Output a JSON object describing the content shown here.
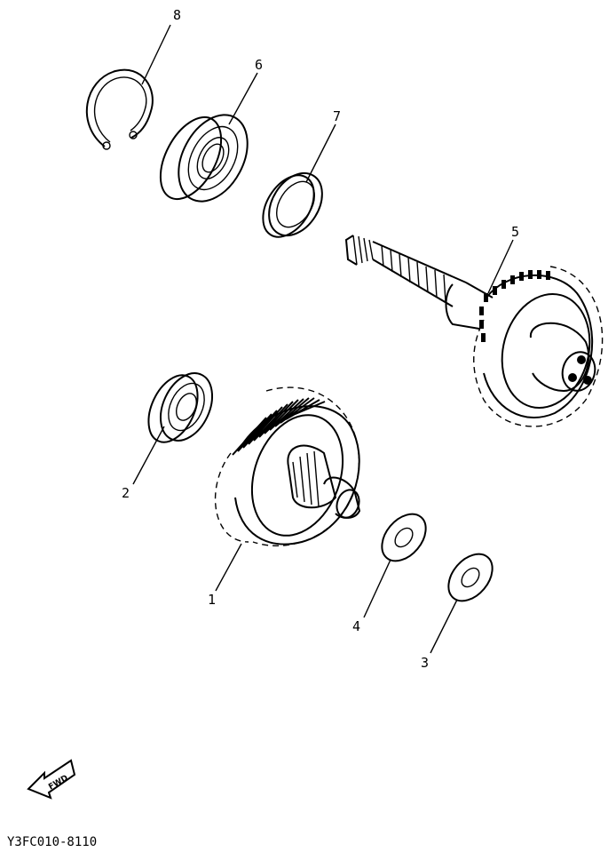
{
  "diagram": {
    "code": "Y3FC010-8110",
    "fwd_label": "FWD",
    "callouts": [
      {
        "id": "part-1",
        "label": "1"
      },
      {
        "id": "part-2",
        "label": "2"
      },
      {
        "id": "part-3",
        "label": "3"
      },
      {
        "id": "part-4",
        "label": "4"
      },
      {
        "id": "part-5",
        "label": "5"
      },
      {
        "id": "part-6",
        "label": "6"
      },
      {
        "id": "part-7",
        "label": "7"
      },
      {
        "id": "part-8",
        "label": "8"
      }
    ]
  }
}
